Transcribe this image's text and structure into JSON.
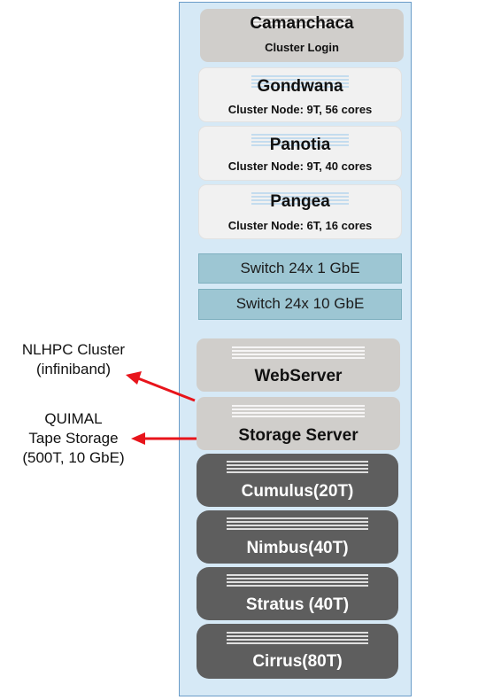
{
  "login": {
    "name": "Camanchaca",
    "detail": "Cluster Login"
  },
  "nodes": [
    {
      "name": "Gondwana",
      "detail": "Cluster Node: 9T, 56 cores"
    },
    {
      "name": "Panotia",
      "detail": "Cluster Node: 9T, 40 cores"
    },
    {
      "name": "Pangea",
      "detail": "Cluster Node: 6T, 16 cores"
    }
  ],
  "switches": [
    {
      "label": "Switch 24x 1 GbE"
    },
    {
      "label": "Switch 24x 10 GbE"
    }
  ],
  "servers": [
    {
      "name": "WebServer"
    },
    {
      "name": "Storage Server"
    }
  ],
  "disks": [
    {
      "name": "Cumulus(20T)"
    },
    {
      "name": "Nimbus(40T)"
    },
    {
      "name": "Stratus (40T)"
    },
    {
      "name": "Cirrus(80T)"
    }
  ],
  "external": {
    "cluster": {
      "line1": "NLHPC Cluster",
      "line2": "(infiniband)"
    },
    "tape": {
      "line1": "QUIMAL",
      "line2": "Tape Storage",
      "line3": "(500T, 10 GbE)"
    }
  },
  "colors": {
    "rack_bg": "#d6e9f6",
    "rack_border": "#6a9cc8",
    "login_bg": "#d0cecb",
    "node_bg": "#f1f1f1",
    "switch_bg": "#9dc6d3",
    "disk_bg": "#5e5e5e",
    "arrow": "#e8141b"
  }
}
